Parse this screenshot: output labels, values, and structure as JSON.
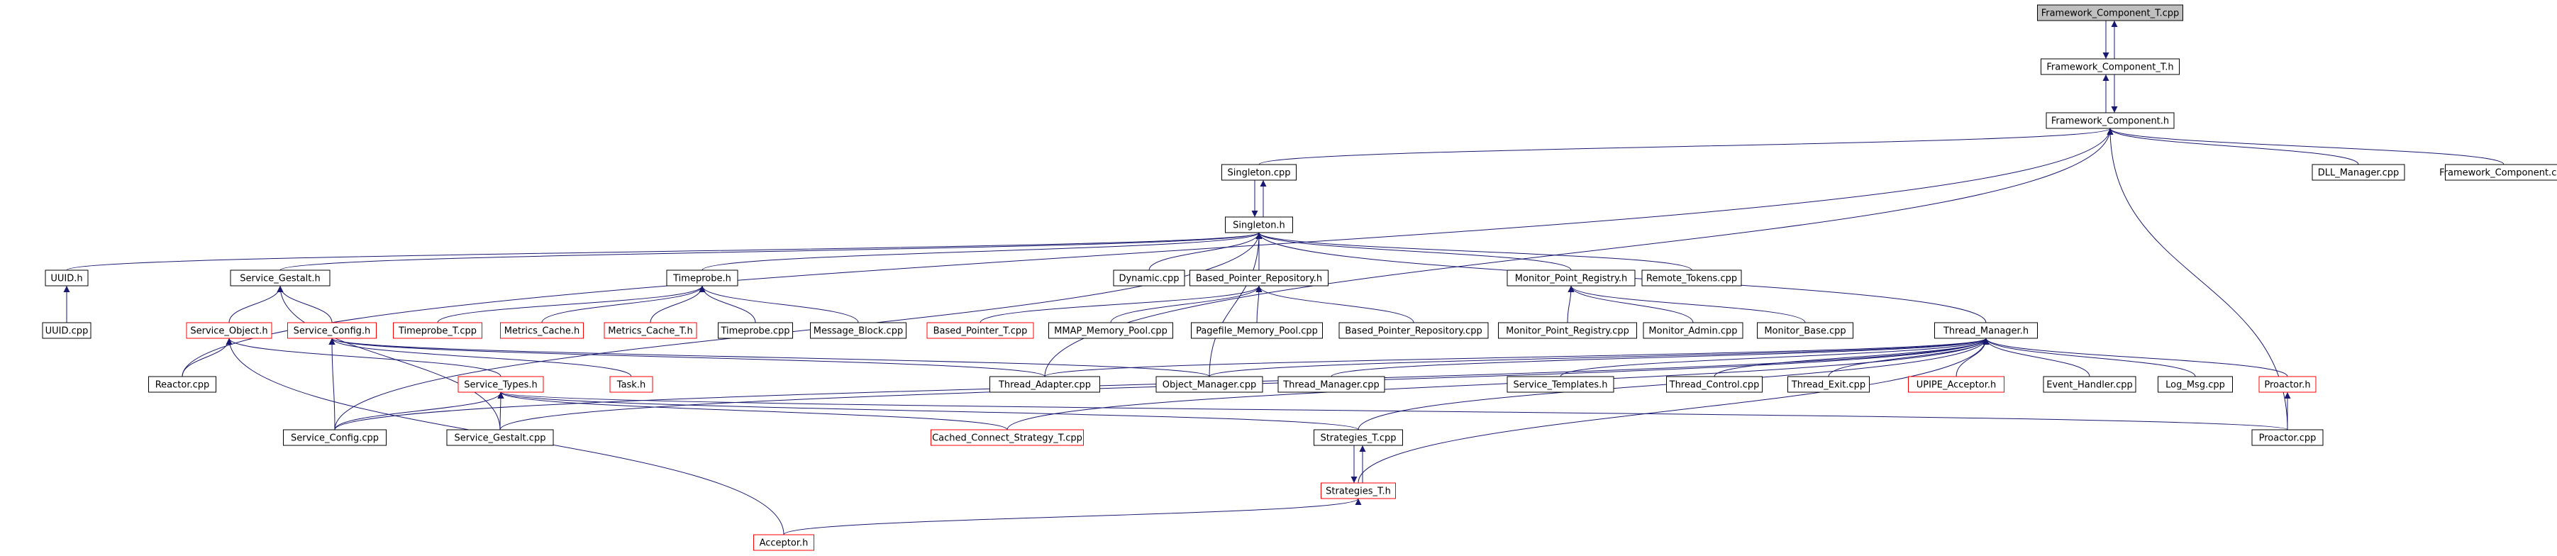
{
  "colors": {
    "edge": "#191970",
    "border_normal": "#000000",
    "border_incomplete": "#ff0000",
    "root_fill": "#bfbfbf",
    "node_fill": "#ffffff"
  },
  "nodes": [
    {
      "id": "n_fct_cpp",
      "label": "Framework_Component_T.cpp",
      "style": "root"
    },
    {
      "id": "n_fct_h",
      "label": "Framework_Component_T.h",
      "style": "normal"
    },
    {
      "id": "n_fc_h",
      "label": "Framework_Component.h",
      "style": "normal"
    },
    {
      "id": "n_singleton_cpp",
      "label": "Singleton.cpp",
      "style": "normal"
    },
    {
      "id": "n_dll_manager",
      "label": "DLL_Manager.cpp",
      "style": "normal"
    },
    {
      "id": "n_fc_cpp",
      "label": "Framework_Component.cpp",
      "style": "normal"
    },
    {
      "id": "n_singleton_h",
      "label": "Singleton.h",
      "style": "normal"
    },
    {
      "id": "n_uuid_h",
      "label": "UUID.h",
      "style": "normal"
    },
    {
      "id": "n_service_gestalt_h",
      "label": "Service_Gestalt.h",
      "style": "normal"
    },
    {
      "id": "n_timeprobe_h",
      "label": "Timeprobe.h",
      "style": "normal"
    },
    {
      "id": "n_dynamic",
      "label": "Dynamic.cpp",
      "style": "normal"
    },
    {
      "id": "n_bpr_h",
      "label": "Based_Pointer_Repository.h",
      "style": "normal"
    },
    {
      "id": "n_mpr_h",
      "label": "Monitor_Point_Registry.h",
      "style": "normal"
    },
    {
      "id": "n_remote_tokens",
      "label": "Remote_Tokens.cpp",
      "style": "normal"
    },
    {
      "id": "n_uuid_cpp",
      "label": "UUID.cpp",
      "style": "normal"
    },
    {
      "id": "n_service_object_h",
      "label": "Service_Object.h",
      "style": "incomplete"
    },
    {
      "id": "n_service_config_h",
      "label": "Service_Config.h",
      "style": "incomplete"
    },
    {
      "id": "n_timeprobe_t_cpp",
      "label": "Timeprobe_T.cpp",
      "style": "incomplete"
    },
    {
      "id": "n_metrics_cache_h",
      "label": "Metrics_Cache.h",
      "style": "incomplete"
    },
    {
      "id": "n_metrics_cache_t_h",
      "label": "Metrics_Cache_T.h",
      "style": "incomplete"
    },
    {
      "id": "n_timeprobe_cpp",
      "label": "Timeprobe.cpp",
      "style": "normal"
    },
    {
      "id": "n_message_block",
      "label": "Message_Block.cpp",
      "style": "normal"
    },
    {
      "id": "n_based_pointer_t",
      "label": "Based_Pointer_T.cpp",
      "style": "incomplete"
    },
    {
      "id": "n_mmap_pool",
      "label": "MMAP_Memory_Pool.cpp",
      "style": "normal"
    },
    {
      "id": "n_pagefile_pool",
      "label": "Pagefile_Memory_Pool.cpp",
      "style": "normal"
    },
    {
      "id": "n_bpr_cpp",
      "label": "Based_Pointer_Repository.cpp",
      "style": "normal"
    },
    {
      "id": "n_mpr_cpp",
      "label": "Monitor_Point_Registry.cpp",
      "style": "normal"
    },
    {
      "id": "n_monitor_admin",
      "label": "Monitor_Admin.cpp",
      "style": "normal"
    },
    {
      "id": "n_monitor_base",
      "label": "Monitor_Base.cpp",
      "style": "normal"
    },
    {
      "id": "n_thread_manager_h",
      "label": "Thread_Manager.h",
      "style": "normal"
    },
    {
      "id": "n_reactor_cpp",
      "label": "Reactor.cpp",
      "style": "normal"
    },
    {
      "id": "n_service_types_h",
      "label": "Service_Types.h",
      "style": "incomplete"
    },
    {
      "id": "n_task_h",
      "label": "Task.h",
      "style": "incomplete"
    },
    {
      "id": "n_thread_adapter",
      "label": "Thread_Adapter.cpp",
      "style": "normal"
    },
    {
      "id": "n_object_manager",
      "label": "Object_Manager.cpp",
      "style": "normal"
    },
    {
      "id": "n_thread_manager_cpp",
      "label": "Thread_Manager.cpp",
      "style": "normal"
    },
    {
      "id": "n_service_templates",
      "label": "Service_Templates.h",
      "style": "normal"
    },
    {
      "id": "n_thread_control",
      "label": "Thread_Control.cpp",
      "style": "normal"
    },
    {
      "id": "n_thread_exit",
      "label": "Thread_Exit.cpp",
      "style": "normal"
    },
    {
      "id": "n_upipe_acceptor",
      "label": "UPIPE_Acceptor.h",
      "style": "incomplete"
    },
    {
      "id": "n_event_handler",
      "label": "Event_Handler.cpp",
      "style": "normal"
    },
    {
      "id": "n_log_msg",
      "label": "Log_Msg.cpp",
      "style": "normal"
    },
    {
      "id": "n_proactor_h",
      "label": "Proactor.h",
      "style": "incomplete"
    },
    {
      "id": "n_service_config_cpp",
      "label": "Service_Config.cpp",
      "style": "normal"
    },
    {
      "id": "n_service_gestalt_cpp",
      "label": "Service_Gestalt.cpp",
      "style": "normal"
    },
    {
      "id": "n_ccs_t_cpp",
      "label": "Cached_Connect_Strategy_T.cpp",
      "style": "incomplete"
    },
    {
      "id": "n_strategies_t_cpp",
      "label": "Strategies_T.cpp",
      "style": "normal"
    },
    {
      "id": "n_proactor_cpp",
      "label": "Proactor.cpp",
      "style": "normal"
    },
    {
      "id": "n_strategies_t_h",
      "label": "Strategies_T.h",
      "style": "incomplete"
    },
    {
      "id": "n_acceptor_h",
      "label": "Acceptor.h",
      "style": "incomplete"
    }
  ],
  "edges": [
    [
      "n_fct_h",
      "n_fct_cpp"
    ],
    [
      "n_fct_cpp",
      "n_fct_h"
    ],
    [
      "n_fc_h",
      "n_fct_h"
    ],
    [
      "n_fct_h",
      "n_fc_h"
    ],
    [
      "n_singleton_cpp",
      "n_fc_h"
    ],
    [
      "n_dll_manager",
      "n_fc_h"
    ],
    [
      "n_fc_cpp",
      "n_fc_h"
    ],
    [
      "n_reactor_cpp",
      "n_fc_h"
    ],
    [
      "n_proactor_cpp",
      "n_fc_h"
    ],
    [
      "n_thread_adapter",
      "n_fc_h"
    ],
    [
      "n_singleton_h",
      "n_singleton_cpp"
    ],
    [
      "n_singleton_cpp",
      "n_singleton_h"
    ],
    [
      "n_uuid_h",
      "n_singleton_h"
    ],
    [
      "n_service_gestalt_h",
      "n_singleton_h"
    ],
    [
      "n_timeprobe_h",
      "n_singleton_h"
    ],
    [
      "n_dynamic",
      "n_singleton_h"
    ],
    [
      "n_bpr_h",
      "n_singleton_h"
    ],
    [
      "n_mpr_h",
      "n_singleton_h"
    ],
    [
      "n_remote_tokens",
      "n_singleton_h"
    ],
    [
      "n_thread_manager_h",
      "n_singleton_h"
    ],
    [
      "n_service_config_cpp",
      "n_singleton_h"
    ],
    [
      "n_object_manager",
      "n_singleton_h"
    ],
    [
      "n_uuid_cpp",
      "n_uuid_h"
    ],
    [
      "n_service_object_h",
      "n_service_gestalt_h"
    ],
    [
      "n_service_config_h",
      "n_service_gestalt_h"
    ],
    [
      "n_service_gestalt_cpp",
      "n_service_gestalt_h"
    ],
    [
      "n_timeprobe_t_cpp",
      "n_timeprobe_h"
    ],
    [
      "n_metrics_cache_h",
      "n_timeprobe_h"
    ],
    [
      "n_metrics_cache_t_h",
      "n_timeprobe_h"
    ],
    [
      "n_timeprobe_cpp",
      "n_timeprobe_h"
    ],
    [
      "n_message_block",
      "n_timeprobe_h"
    ],
    [
      "n_based_pointer_t",
      "n_bpr_h"
    ],
    [
      "n_mmap_pool",
      "n_bpr_h"
    ],
    [
      "n_pagefile_pool",
      "n_bpr_h"
    ],
    [
      "n_bpr_cpp",
      "n_bpr_h"
    ],
    [
      "n_mpr_cpp",
      "n_mpr_h"
    ],
    [
      "n_monitor_admin",
      "n_mpr_h"
    ],
    [
      "n_monitor_base",
      "n_mpr_h"
    ],
    [
      "n_reactor_cpp",
      "n_service_object_h"
    ],
    [
      "n_service_types_h",
      "n_service_object_h"
    ],
    [
      "n_acceptor_h",
      "n_service_object_h"
    ],
    [
      "n_service_config_cpp",
      "n_service_config_h"
    ],
    [
      "n_thread_adapter",
      "n_service_config_h"
    ],
    [
      "n_object_manager",
      "n_service_config_h"
    ],
    [
      "n_task_h",
      "n_service_config_h"
    ],
    [
      "n_service_config_cpp",
      "n_service_types_h"
    ],
    [
      "n_service_gestalt_cpp",
      "n_service_types_h"
    ],
    [
      "n_ccs_t_cpp",
      "n_service_types_h"
    ],
    [
      "n_strategies_t_cpp",
      "n_service_types_h"
    ],
    [
      "n_proactor_cpp",
      "n_service_types_h"
    ],
    [
      "n_thread_adapter",
      "n_thread_manager_h"
    ],
    [
      "n_object_manager",
      "n_thread_manager_h"
    ],
    [
      "n_thread_manager_cpp",
      "n_thread_manager_h"
    ],
    [
      "n_service_templates",
      "n_thread_manager_h"
    ],
    [
      "n_thread_control",
      "n_thread_manager_h"
    ],
    [
      "n_thread_exit",
      "n_thread_manager_h"
    ],
    [
      "n_upipe_acceptor",
      "n_thread_manager_h"
    ],
    [
      "n_event_handler",
      "n_thread_manager_h"
    ],
    [
      "n_log_msg",
      "n_thread_manager_h"
    ],
    [
      "n_proactor_h",
      "n_thread_manager_h"
    ],
    [
      "n_service_config_cpp",
      "n_thread_manager_h"
    ],
    [
      "n_service_gestalt_cpp",
      "n_thread_manager_h"
    ],
    [
      "n_ccs_t_cpp",
      "n_thread_manager_h"
    ],
    [
      "n_strategies_t_cpp",
      "n_thread_manager_h"
    ],
    [
      "n_strategies_t_h",
      "n_thread_manager_h"
    ],
    [
      "n_proactor_cpp",
      "n_proactor_h"
    ],
    [
      "n_strategies_t_h",
      "n_strategies_t_cpp"
    ],
    [
      "n_strategies_t_cpp",
      "n_strategies_t_h"
    ],
    [
      "n_acceptor_h",
      "n_strategies_t_h"
    ]
  ]
}
